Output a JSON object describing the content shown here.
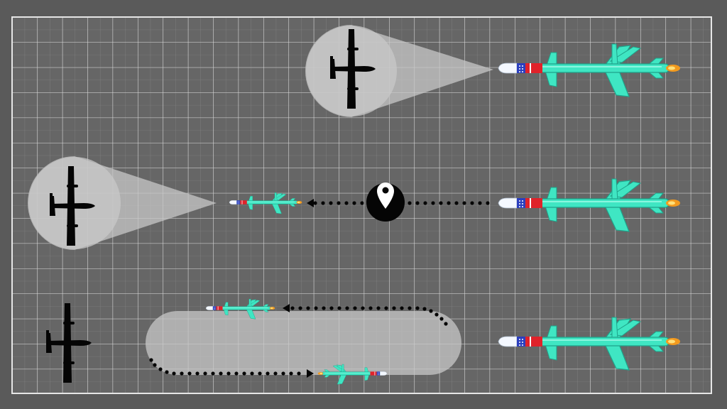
{
  "colors": {
    "background": "#5a5a5a",
    "grid_fill": "#666666",
    "grid_major": "#dcdcdc",
    "grid_minor": "#8a8a8a",
    "missile_body": "#3fe6c3",
    "missile_dark": "#1fa38a",
    "missile_seeker": "#f4f8ff",
    "missile_flag_blue": "#2b3fbf",
    "missile_flag_red": "#e0222a",
    "flame": "#f39a1e",
    "drone": "#050505",
    "sensor_cone": "#c8c8c8",
    "path_dots": "#050505",
    "waypoint_pin": "#ffffff"
  },
  "icons": {
    "drone": "drone-icon",
    "missile": "missile-icon",
    "waypoint": "waypoint-pin-icon",
    "path": "dotted-path",
    "sensor": "sensor-cone"
  },
  "scenarios": [
    {
      "row": "top",
      "mode": "direct-intercept"
    },
    {
      "row": "middle",
      "mode": "waypoint-redirect"
    },
    {
      "row": "bottom",
      "mode": "loiter-pattern"
    }
  ]
}
